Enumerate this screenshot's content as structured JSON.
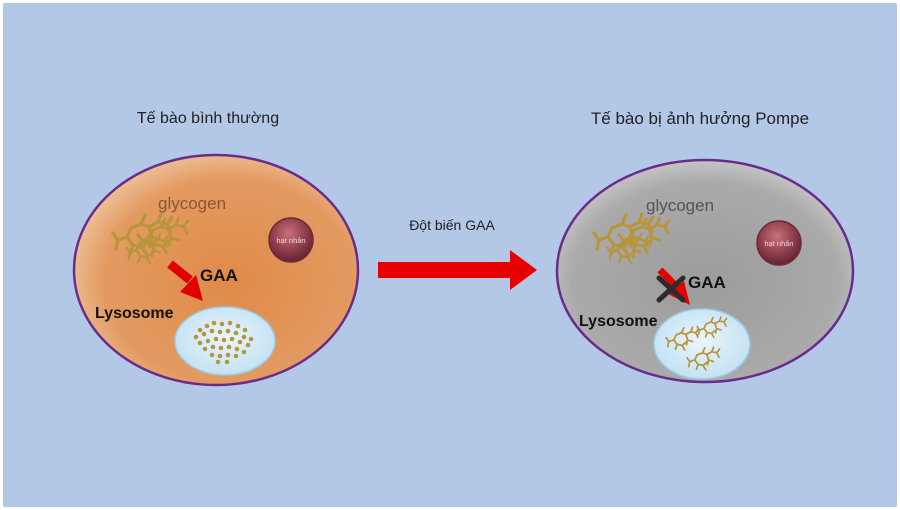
{
  "left_cell": {
    "title": "Tế bào bình thường",
    "glycogen_label": "glycogen",
    "nucleus_label": "hạt nhân",
    "enzyme_label": "GAA",
    "lysosome_label": "Lysosome"
  },
  "right_cell": {
    "title": "Tế bào bị ảnh hưởng Pompe",
    "glycogen_label": "glycogen",
    "nucleus_label": "hạt nhân",
    "enzyme_label": "GAA",
    "lysosome_label": "Lysosome"
  },
  "transition": {
    "label": "Đột biến GAA"
  },
  "colors": {
    "background": "#b3c7e6",
    "normal_cell": "#d98a4e",
    "pompe_cell": "#a6a6a6",
    "arrow": "#e00000",
    "glycogen": "#b8953a",
    "lysosome": "#cfe6f5"
  }
}
